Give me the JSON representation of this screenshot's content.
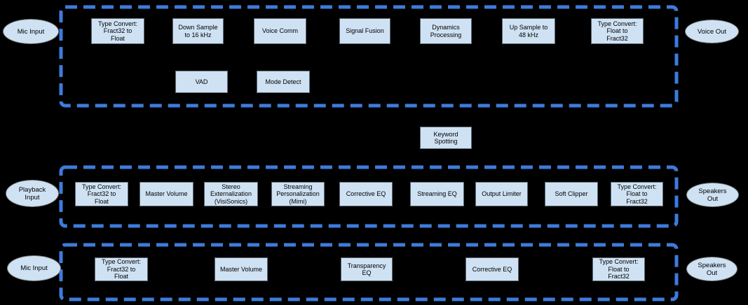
{
  "colors": {
    "background": "#000000",
    "block_fill": "#cfe2f3",
    "block_border": "#5f6a75",
    "ellipse_border": "#7d7d7d",
    "dashed_border": "#3d7bdd",
    "text": "#000000"
  },
  "pipelines": [
    {
      "name": "voice-pipeline",
      "input": "Mic Input",
      "output": "Voice Out",
      "blocks": [
        "Type Convert:\nFract32 to\nFloat",
        "Down Sample\nto 16 kHz",
        "Voice Comm",
        "Signal Fusion",
        "Dynamics\nProcessing",
        "Up Sample to\n48 kHz",
        "Type Convert:\nFloat to\nFract32",
        "VAD",
        "Mode Detect"
      ]
    },
    {
      "name": "playback-pipeline",
      "input": "Playback\nInput",
      "output": "Speakers\nOut",
      "blocks": [
        "Type Convert:\nFract32 to\nFloat",
        "Master Volume",
        "Stereo\nExternalization\n(VisiSonics)",
        "Streaming\nPersonalization\n(Mimi)",
        "Corrective EQ",
        "Streaming EQ",
        "Output Limiter",
        "Soft Clipper",
        "Type Convert:\nFloat to\nFract32"
      ]
    },
    {
      "name": "mic-transparency-pipeline",
      "input": "Mic Input",
      "output": "Speakers\nOut",
      "blocks": [
        "Type Convert:\nFract32 to\nFloat",
        "Master Volume",
        "Transparency\nEQ",
        "Corrective EQ",
        "Type Convert:\nFloat to\nFract32"
      ]
    }
  ],
  "standalone": {
    "keyword_spotting": "Keyword\nSpotting"
  }
}
